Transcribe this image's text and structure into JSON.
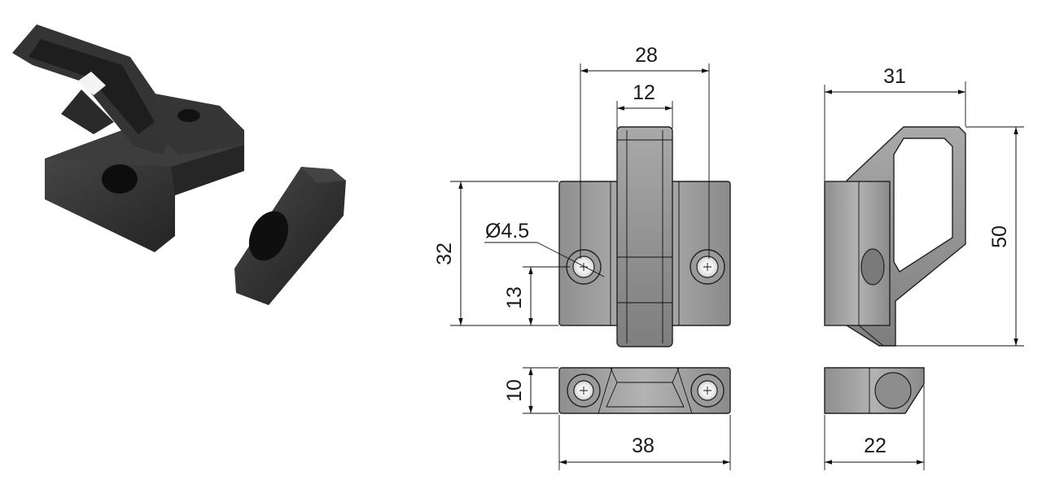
{
  "dimensions": {
    "d28": "28",
    "d12": "12",
    "d31": "31",
    "d32": "32",
    "d13": "13",
    "d50": "50",
    "dia": "Ø4.5",
    "d10": "10",
    "d38": "38",
    "d22": "22"
  },
  "colors": {
    "part_dark": "#2f2f2f",
    "part_mid": "#8c8c8c",
    "part_light": "#c4c4c4",
    "line": "#111111"
  }
}
